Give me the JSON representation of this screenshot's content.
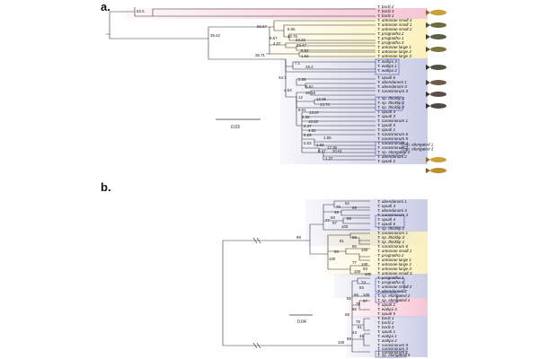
{
  "panels": {
    "a": {
      "label": "a.",
      "scale_label": "0.03",
      "support": [
        "62.6",
        "39.42",
        "36.71",
        "96.67",
        "6.66",
        "8.67",
        "12.76",
        "23.22",
        "4.07",
        "23.47",
        "6.62",
        "1.62",
        "7.1",
        "15.2",
        "34.7",
        "2.59",
        "4.63",
        "9.62",
        "10.18",
        "12",
        "12.36",
        "14.74",
        "9.01",
        "13.07",
        "2.35",
        "10.53",
        "2.47",
        "4.92",
        "0.29",
        "1.65",
        "0.03",
        "1.66",
        "0.47",
        "17.38",
        "20.61",
        "1.37"
      ],
      "tips": [
        "T. borlii 2",
        "T. borlii 3",
        "T. borlii 1",
        "T. antoniae small 3",
        "T. antoniae small 1",
        "T. antoniae small 2",
        "T. prognatha 2",
        "T. prognatha 1",
        "T. prognatha 3",
        "T. antoniae large 1",
        "T. antoniae large 2",
        "T. antoniae large 3",
        "T. wahjui 3",
        "T. wahjui 1",
        "T. wahjui 2",
        "T. opudi 6",
        "T. abendanoni 1",
        "T. abendanoni 3",
        "T. sarasinorum 3",
        "T. sp. thicklip 3",
        "T. sp. thicklip 1",
        "T. sp. thicklip 2",
        "T. opudi 4",
        "T. opudi 3",
        "T. sarasinorum 1",
        "T. opudi 5",
        "T. opudi 1",
        "T. sarasinorum 6",
        "T. sarasinorum 5",
        "T. sarasinorum 4",
        "T. sarasinorum 2",
        "T. sp. elongated 1",
        "T. sp. elongated 2",
        "T. sp. elongated 3",
        "T. abendanoni 2",
        "T. opudi 2"
      ]
    },
    "b": {
      "label": "b.",
      "scale_label": "0.04",
      "support": [
        "99",
        "62",
        "70",
        "99",
        "46",
        "60",
        "98",
        "97",
        "77",
        "100",
        "99",
        "81",
        "90",
        "100",
        "85",
        "100",
        "100",
        "77",
        "93",
        "100",
        "100",
        "74",
        "93",
        "100",
        "96",
        "97",
        "78",
        "55",
        "86",
        "68",
        "75",
        "81",
        "43",
        "45",
        "99",
        "100"
      ],
      "tips": [
        "T. abendanoni 1",
        "T. opudi 3",
        "T. abendanoni 3",
        "T. sarasinorum 3",
        "T. opudi 4",
        "T. opudi 6",
        "T. sp. thicklip 2",
        "T. sarasinorum 1",
        "T. sp. thicklip 3",
        "T. sp. thicklip 1",
        "T. sarasinorum 6",
        "T. antoniae small 1",
        "T. prognatha 2",
        "T. antoniae large 1",
        "T. antoniae large 2",
        "T. antoniae large 3",
        "T. antoniae small 3",
        "T. prognatha 1",
        "T. prognatha 3",
        "T. antoniae small 2",
        "T. abendanoni 2",
        "T. sp. elongated 2",
        "T. sp. elongated 1",
        "T. opudi 2",
        "T. wahjui 3",
        "T. opudi 5",
        "T. borlii 1",
        "T. borlii 2",
        "T. borlii 3",
        "T. opudi 1",
        "T. wahjui 1",
        "T. wahjui 2",
        "T. sarasinorum 5",
        "T. sarasinorum 4",
        "T. sarasinorum 2",
        "T. sp. elongated 3"
      ]
    }
  },
  "colors": {
    "pink": "#f6c6d6",
    "yellow": "#fbf1bf",
    "blue": "#cbcde7",
    "box_border": "#4a55a8",
    "line": "#333333"
  }
}
